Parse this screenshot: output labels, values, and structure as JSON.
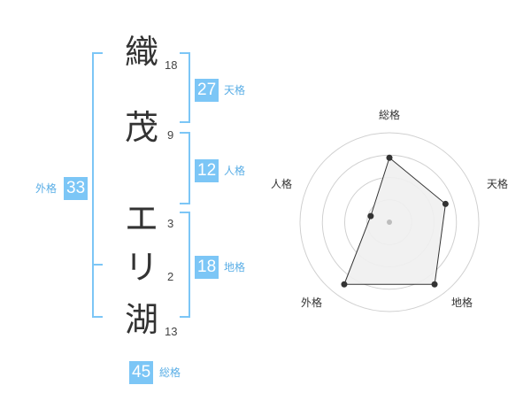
{
  "name_chars": [
    {
      "char": "織",
      "strokes": "18"
    },
    {
      "char": "茂",
      "strokes": "9"
    },
    {
      "char": "エ",
      "strokes": "3"
    },
    {
      "char": "リ",
      "strokes": "2"
    },
    {
      "char": "湖",
      "strokes": "13"
    }
  ],
  "fortunes": {
    "tenkaku": {
      "value": "27",
      "label": "天格"
    },
    "jinkaku": {
      "value": "12",
      "label": "人格"
    },
    "chikaku": {
      "value": "18",
      "label": "地格"
    },
    "gaikaku": {
      "value": "33",
      "label": "外格"
    },
    "soukaku": {
      "value": "45",
      "label": "総格"
    }
  },
  "colors": {
    "accent": "#7cc6f6",
    "accent_text": "#5aaee6",
    "radar_fill": "#f0f0f0",
    "ring": "#d0d0d0"
  },
  "chart_data": {
    "type": "radar",
    "axes": [
      "総格",
      "天格",
      "地格",
      "外格",
      "人格"
    ],
    "values": [
      0.72,
      0.66,
      0.86,
      0.86,
      0.22
    ],
    "rings": 4
  }
}
